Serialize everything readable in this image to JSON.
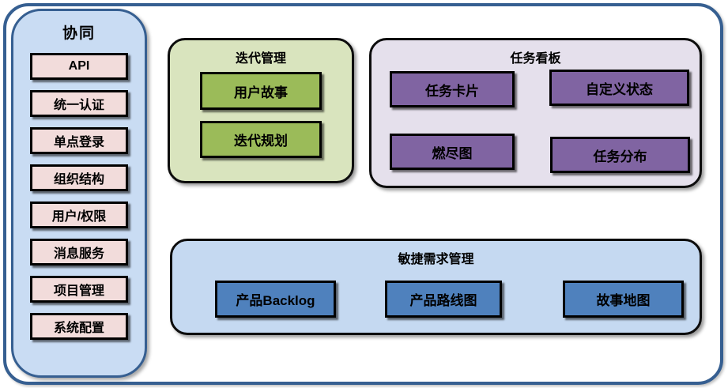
{
  "colors": {
    "frame_border": "#365f91",
    "panel_blue": "#c9dcf3",
    "chip_pink": "#f2dcdb",
    "panel_green": "#d9e4be",
    "chip_green": "#9bbb59",
    "panel_purple": "#e5e0ec",
    "chip_purple": "#8064a2",
    "panel_lightblue": "#c5d9f1",
    "chip_blue": "#4f81bd",
    "chip_border": "#000000"
  },
  "sidebar": {
    "title": "协同",
    "items": [
      "API",
      "统一认证",
      "单点登录",
      "组织结构",
      "用户/权限",
      "消息服务",
      "项目管理",
      "系统配置"
    ]
  },
  "groups": {
    "iteration": {
      "title": "迭代管理",
      "items": [
        "用户故事",
        "迭代规划"
      ]
    },
    "kanban": {
      "title": "任务看板",
      "items": [
        "任务卡片",
        "自定义状态",
        "燃尽图",
        "任务分布"
      ]
    },
    "agile": {
      "title": "敏捷需求管理",
      "items": [
        "产品Backlog",
        "产品路线图",
        "故事地图"
      ]
    }
  }
}
